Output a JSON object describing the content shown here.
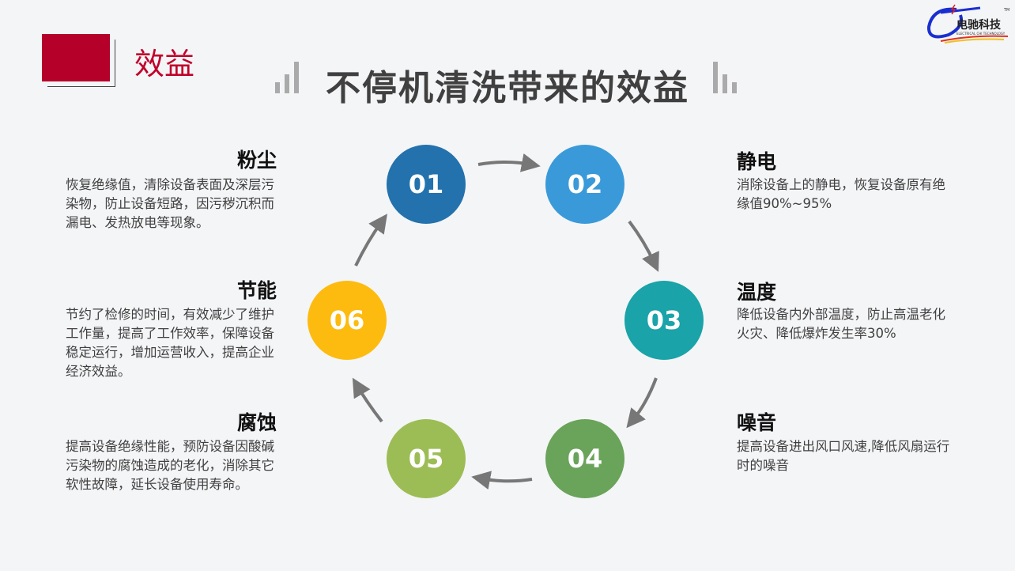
{
  "header": {
    "section": "效益",
    "title": "不停机清洗带来的效益",
    "logo_text": "电驰科技",
    "logo_sub": "ELECTRICAL CHI TECHNOLOGY",
    "logo_tm": "TM"
  },
  "colors": {
    "accent": "#b5002a",
    "c01": "#2372ad",
    "c02": "#3a9ad9",
    "c03": "#1aa3a8",
    "c04": "#6aa35a",
    "c05": "#9cbd55",
    "c06": "#fdbb0f"
  },
  "steps": [
    {
      "num": "01",
      "title": "粉尘",
      "text": "恢复绝缘值，清除设备表面及深层污染物，防止设备短路，因污秽沉积而漏电、发热放电等现象。"
    },
    {
      "num": "02",
      "title": "静电",
      "text": "消除设备上的静电，恢复设备原有绝缘值90%~95%"
    },
    {
      "num": "03",
      "title": "温度",
      "text": "降低设备内外部温度，防止高温老化火灾、降低爆炸发生率30%"
    },
    {
      "num": "04",
      "title": "噪音",
      "text": "提高设备进出风口风速,降低风扇运行时的噪音"
    },
    {
      "num": "05",
      "title": "腐蚀",
      "text": "提高设备绝缘性能，预防设备因酸碱污染物的腐蚀造成的老化，消除其它软性故障，延长设备使用寿命。"
    },
    {
      "num": "06",
      "title": "节能",
      "text": "节约了检修的时间，有效减少了维护工作量，提高了工作效率，保障设备稳定运行，增加运营收入，提高企业经济效益。"
    }
  ]
}
